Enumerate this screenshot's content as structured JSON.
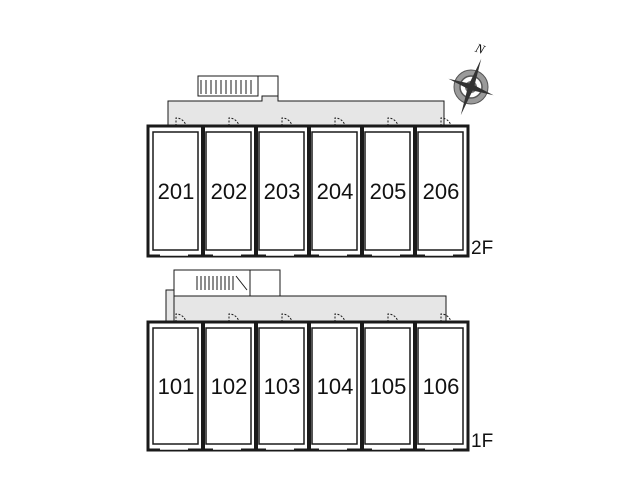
{
  "compass": {
    "north_label": "N",
    "icon": "compass-rose-icon"
  },
  "floors": [
    {
      "label": "2F",
      "units": [
        "201",
        "202",
        "203",
        "204",
        "205",
        "206"
      ]
    },
    {
      "label": "1F",
      "units": [
        "101",
        "102",
        "103",
        "104",
        "105",
        "106"
      ]
    }
  ],
  "colors": {
    "wall": "#1a1a1a",
    "corridor": "#e6e6e6",
    "text": "#111111"
  }
}
